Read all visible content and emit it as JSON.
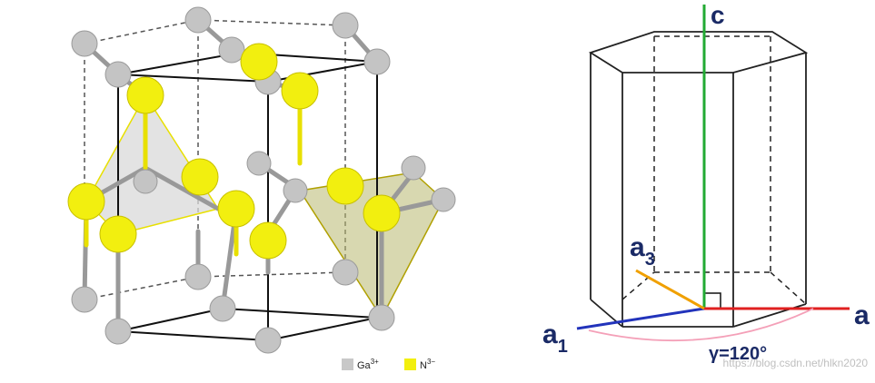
{
  "legend": {
    "ga_label": "Ga",
    "ga_sup": "3+",
    "n_label": "N",
    "n_sup": "3−",
    "ga_color": "#c8c8c8",
    "n_color": "#f2ef0f"
  },
  "axes": {
    "c_label": "c",
    "a_label": "a",
    "a1_label": "a",
    "a1_sub": "1",
    "a3_label": "a",
    "a3_sub": "3",
    "angle_label": "γ=120°",
    "c_color": "#22aa33",
    "a_color": "#e02020",
    "a1_color": "#2233bb",
    "a3_color": "#f0a000",
    "arc_color": "#f4a0b8"
  },
  "watermark": "https://blog.csdn.net/hlkn2020"
}
